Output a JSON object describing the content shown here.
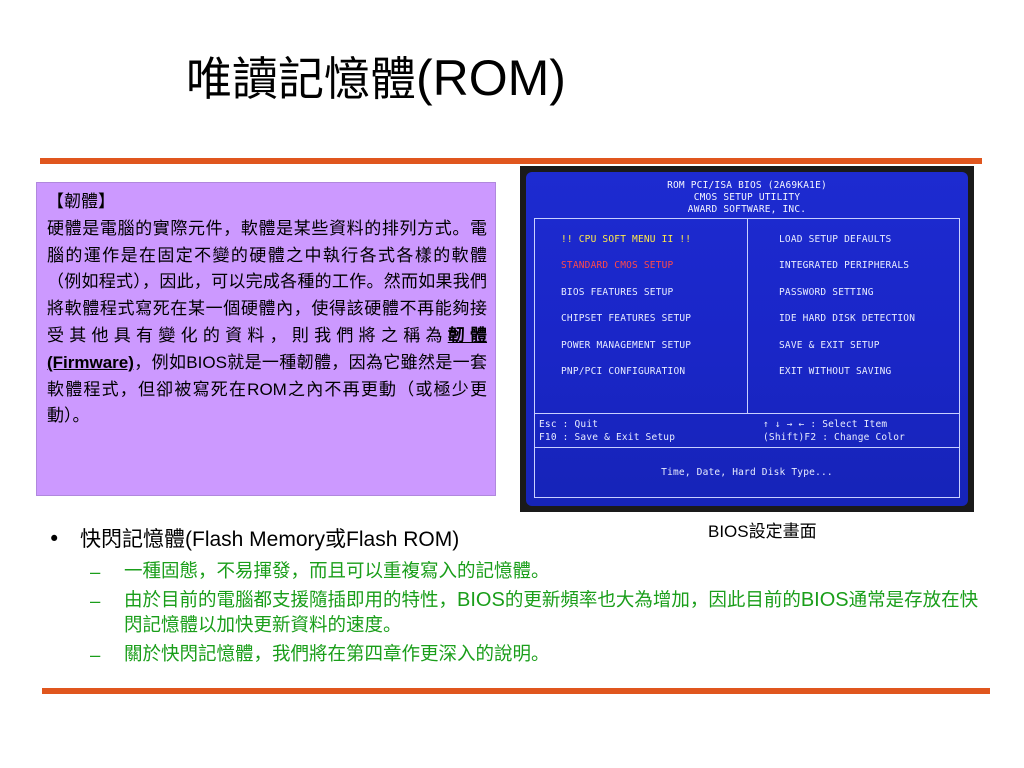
{
  "title": {
    "zh": "唯讀記憶體",
    "latin": "(ROM)"
  },
  "firmware_box": {
    "heading": "【韌體】",
    "p1": "硬體是電腦的實際元件，軟體是某些資料的排列方式。電腦的運作是在固定不變的硬體之中執行各式各樣的軟體（例如程式），因此，可以完成各種的工作。然而如果我們將軟體程式寫死在某一個硬體內，使得該硬體不再能夠接受其他具有變化的資料，則我們將之稱為",
    "term_zh": "韌體",
    "term_en": "(Firmware)",
    "p2a": "，例如",
    "bios": "BIOS",
    "p2b": "就是一種韌體，因為它雖然是一套軟體程式，但卻被寫死在",
    "rom": "ROM",
    "p2c": "之內不再更動（或極少更動）。"
  },
  "bios_screen": {
    "header_lines": [
      "ROM PCI/ISA BIOS (2A69KA1E)",
      "CMOS SETUP UTILITY",
      "AWARD SOFTWARE, INC."
    ],
    "left_items": [
      "!! CPU SOFT MENU II !!",
      "STANDARD CMOS SETUP",
      "BIOS FEATURES SETUP",
      "CHIPSET FEATURES SETUP",
      "POWER MANAGEMENT SETUP",
      "PNP/PCI CONFIGURATION"
    ],
    "right_items": [
      "LOAD SETUP DEFAULTS",
      "INTEGRATED PERIPHERALS",
      "PASSWORD SETTING",
      "IDE HARD DISK DETECTION",
      "SAVE & EXIT SETUP",
      "EXIT WITHOUT SAVING"
    ],
    "help_left": [
      "Esc : Quit",
      "F10 : Save & Exit Setup"
    ],
    "help_right": [
      "↑ ↓ → ←   : Select Item",
      "(Shift)F2 : Change Color"
    ],
    "footer": "Time, Date, Hard Disk Type..."
  },
  "caption": {
    "latin": "BIOS",
    "zh": "設定畫面"
  },
  "bullet": {
    "dot": "•",
    "a": "快閃記憶體",
    "b": "(Flash Memory",
    "c": "或",
    "d": "Flash ROM)"
  },
  "sub_items": {
    "dash": "–",
    "s1": "一種固態，不易揮發，而且可以重複寫入的記憶體。",
    "s2a": "由於目前的電腦都支援隨插即用的特性，",
    "s2b": "BIOS",
    "s2c": "的更新頻率也大為增加，因此目前的",
    "s2d": "BIOS",
    "s2e": "通常是存放在快閃記憶體以加快更新資料的速度。",
    "s3": "關於快閃記憶體，我們將在第四章作更深入的說明。"
  },
  "colors": {
    "accent_rule": "#e0561e",
    "box_bg": "#cc99ff",
    "sub_text": "#1a9e1a",
    "bios_blue": "#1a26c8"
  }
}
